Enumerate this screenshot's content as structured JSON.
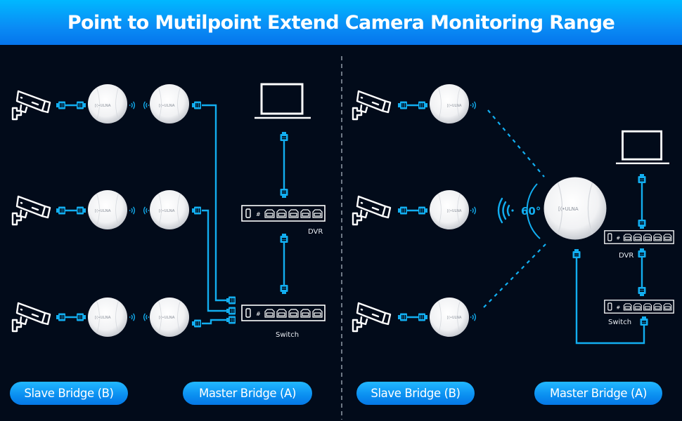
{
  "header": {
    "title": "Point to Mutilpoint Extend Camera Monitoring Range"
  },
  "brand": {
    "logo_text": "[(•ULNA"
  },
  "colors": {
    "header_top": "#00b8ff",
    "header_bottom": "#0575ec",
    "background": "#020b1a",
    "cable": "#12aef0",
    "divider": "#8a93a0",
    "outline": "#ffffff"
  },
  "left_panel": {
    "mode": "point-to-multipoint (bridge pairs)",
    "rows": 3,
    "labels": {
      "dvr": "DVR",
      "switch": "Switch"
    },
    "pills": {
      "slave": "Slave Bridge (B)",
      "master": "Master Bridge (A)"
    }
  },
  "right_panel": {
    "mode": "one master to multiple slaves",
    "rows": 3,
    "angle_label": "60°",
    "labels": {
      "dvr": "DVR",
      "switch": "Switch"
    },
    "pills": {
      "slave": "Slave Bridge (B)",
      "master": "Master Bridge (A)"
    }
  }
}
